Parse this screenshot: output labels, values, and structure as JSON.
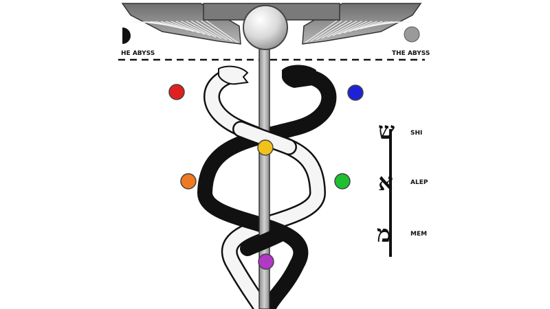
{
  "abyss": {
    "left_label": "HE ABYSS",
    "right_label": "THE ABYSS"
  },
  "letters": [
    {
      "glyph": "ש",
      "label": "SHI"
    },
    {
      "glyph": "א",
      "label": "ALEP"
    },
    {
      "glyph": "מ",
      "label": "MEM"
    }
  ],
  "colors": {
    "red": "#e02020",
    "blue": "#1e22d6",
    "yellow": "#f2c21b",
    "orange": "#ef7a22",
    "green": "#1fbf32",
    "purple": "#b238c6",
    "staff": "#b8b8b8",
    "wing": "#8d8d8d",
    "serpent_dark": "#111111",
    "serpent_light": "#f4f4f4"
  }
}
